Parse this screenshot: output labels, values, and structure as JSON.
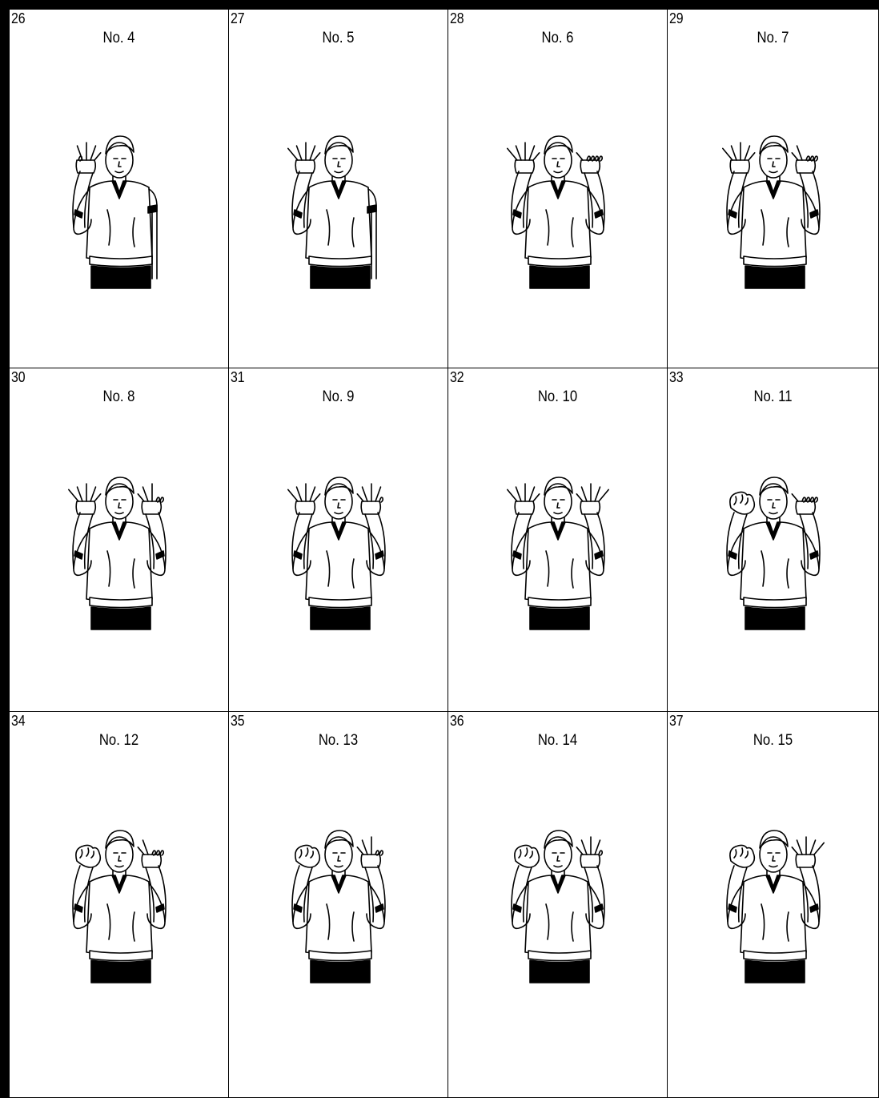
{
  "cards": [
    {
      "num": "26",
      "label": "No. 4",
      "left": {
        "pose": "open",
        "fingers": 4
      },
      "right": {
        "pose": "down"
      }
    },
    {
      "num": "27",
      "label": "No. 5",
      "left": {
        "pose": "open",
        "fingers": 5
      },
      "right": {
        "pose": "down"
      }
    },
    {
      "num": "28",
      "label": "No. 6",
      "left": {
        "pose": "open",
        "fingers": 5
      },
      "right": {
        "pose": "up",
        "fingers": 1
      }
    },
    {
      "num": "29",
      "label": "No. 7",
      "left": {
        "pose": "open",
        "fingers": 5
      },
      "right": {
        "pose": "up",
        "fingers": 2
      }
    },
    {
      "num": "30",
      "label": "No. 8",
      "left": {
        "pose": "open",
        "fingers": 5
      },
      "right": {
        "pose": "up",
        "fingers": 3
      }
    },
    {
      "num": "31",
      "label": "No. 9",
      "left": {
        "pose": "open",
        "fingers": 5
      },
      "right": {
        "pose": "up",
        "fingers": 4
      }
    },
    {
      "num": "32",
      "label": "No. 10",
      "left": {
        "pose": "open",
        "fingers": 5
      },
      "right": {
        "pose": "up",
        "fingers": 5
      }
    },
    {
      "num": "33",
      "label": "No. 11",
      "left": {
        "pose": "fist",
        "fingers": 0
      },
      "right": {
        "pose": "up",
        "fingers": 1
      }
    },
    {
      "num": "34",
      "label": "No. 12",
      "left": {
        "pose": "fist",
        "fingers": 0
      },
      "right": {
        "pose": "up",
        "fingers": 2
      }
    },
    {
      "num": "35",
      "label": "No. 13",
      "left": {
        "pose": "fist",
        "fingers": 0
      },
      "right": {
        "pose": "up",
        "fingers": 3
      }
    },
    {
      "num": "36",
      "label": "No. 14",
      "left": {
        "pose": "fist",
        "fingers": 0
      },
      "right": {
        "pose": "up",
        "fingers": 4
      }
    },
    {
      "num": "37",
      "label": "No. 15",
      "left": {
        "pose": "fist",
        "fingers": 0
      },
      "right": {
        "pose": "up",
        "fingers": 5
      }
    }
  ]
}
